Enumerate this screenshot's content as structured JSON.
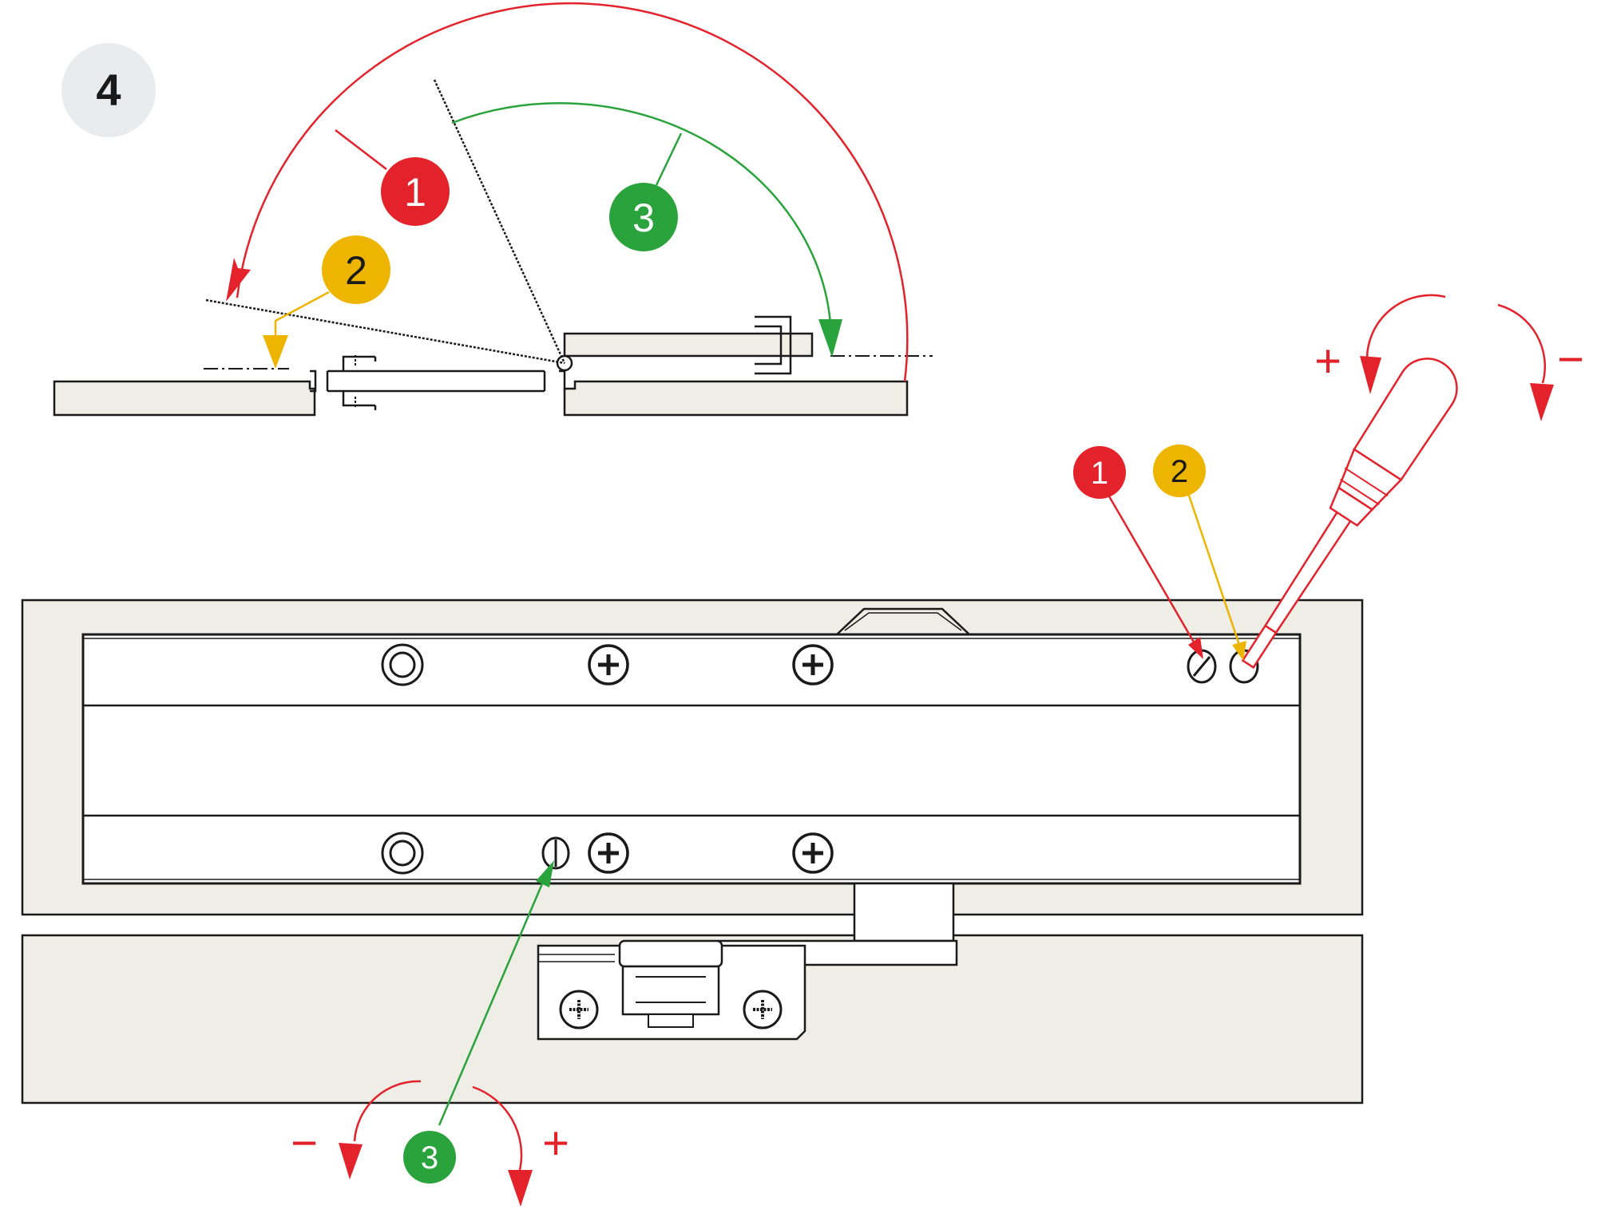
{
  "step": {
    "number": "4"
  },
  "callouts": {
    "red": "1",
    "yellow": "2",
    "green": "3"
  },
  "signs": {
    "plus": "+",
    "minus": "−"
  },
  "colors": {
    "red": "#e3222b",
    "yellow": "#edb500",
    "green": "#2aa33c",
    "panel": "#eeede6",
    "line": "#1a1a1a",
    "step_badge": "#eaebec"
  },
  "icons": [
    "screwdriver-icon",
    "rotation-arrow-icon",
    "screw-icon"
  ]
}
